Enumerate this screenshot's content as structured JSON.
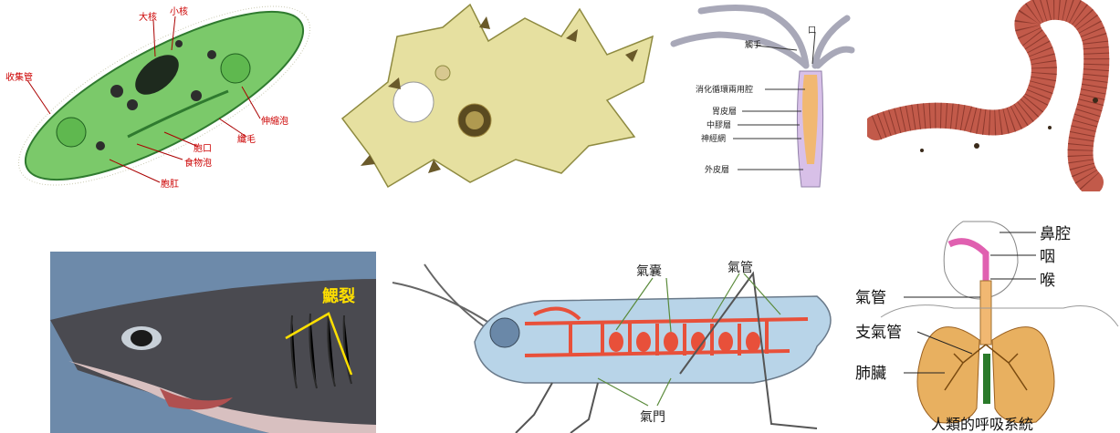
{
  "paramecium": {
    "labels": {
      "macronucleus": "大核",
      "micronucleus": "小核",
      "collecting_canal": "收集管",
      "contractile_vacuole": "伸縮泡",
      "cilia": "纖毛",
      "oral_groove": "胞口",
      "food_vacuole": "食物泡",
      "anal_pore": "胞肛"
    }
  },
  "hydra": {
    "labels": {
      "tentacle": "觸手",
      "mouth": "口",
      "gastrovascular_cavity": "消化循環兩用腔",
      "gastrodermis": "胃皮層",
      "mesoglea": "中膠層",
      "nerve_net": "神經網",
      "epidermis": "外皮層"
    }
  },
  "shark": {
    "gill_label": "鰓裂"
  },
  "grasshopper": {
    "labels": {
      "air_sac": "氣囊",
      "trachea": "氣管",
      "spiracle": "氣門"
    }
  },
  "human": {
    "labels": {
      "nasal_cavity": "鼻腔",
      "pharynx": "咽",
      "larynx": "喉",
      "trachea": "氣管",
      "bronchus": "支氣管",
      "lung": "肺臟"
    },
    "caption": "人類的呼吸系統"
  },
  "colors": {
    "paramecium_body": "#7bc96a",
    "amoeba_body": "#e6e0a0",
    "hydra_body": "#f1b872",
    "worm_body": "#c25a4a",
    "shark_bg": "#6d8aaa",
    "grasshopper_trachea": "#e8503a",
    "label_red": "#cc0000",
    "label_yellow": "#ffe000"
  }
}
